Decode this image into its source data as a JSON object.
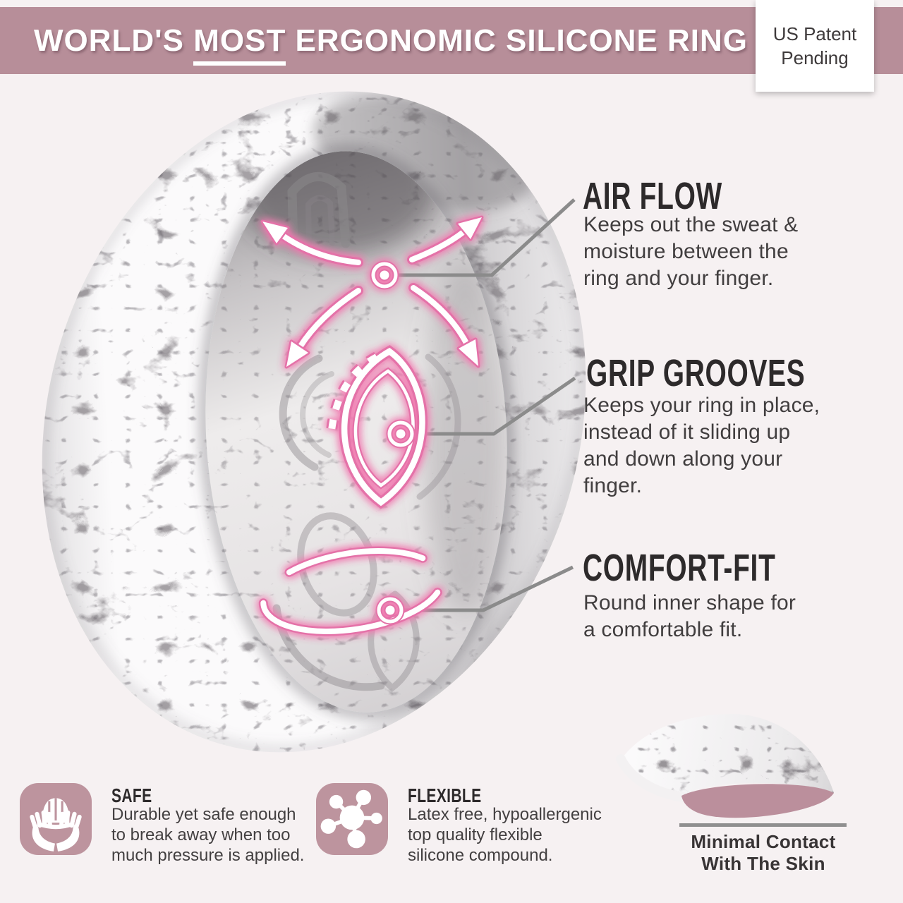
{
  "header": {
    "title_pre": "WORLD'S ",
    "title_underline": "MOST",
    "title_post": " ERGONOMIC SILICONE RING",
    "patent": "US Patent\nPending"
  },
  "callouts": [
    {
      "title": "AIR FLOW",
      "body": "Keeps out the sweat &\nmoisture between the\nring and your finger."
    },
    {
      "title": "GRIP GROOVES",
      "body": "Keeps your ring in place,\ninstead of  it sliding up\nand down along your\nfinger."
    },
    {
      "title": "COMFORT-FIT",
      "body": "Round inner shape for\na comfortable fit."
    }
  ],
  "features": [
    {
      "title": "SAFE",
      "body": "Durable yet safe enough\nto break away when too\nmuch pressure is applied.",
      "icon": "hard-hat-in-hands-icon"
    },
    {
      "title": "FLEXIBLE",
      "body": "Latex free, hypoallergenic\ntop quality flexible\nsilicone compound.",
      "icon": "molecule-icon"
    }
  ],
  "cross_section": {
    "caption": "Minimal Contact\nWith The Skin"
  },
  "colors": {
    "background": "#f6f1f2",
    "banner": "#b78e99",
    "accent_glow_pink": "#e472a8",
    "feature_tile": "#bd949e",
    "cross_section_inner": "#bb8f9c",
    "heading_text": "#2d2a2b",
    "body_text": "#413e3f",
    "callout_line": "#8b8b8b"
  }
}
